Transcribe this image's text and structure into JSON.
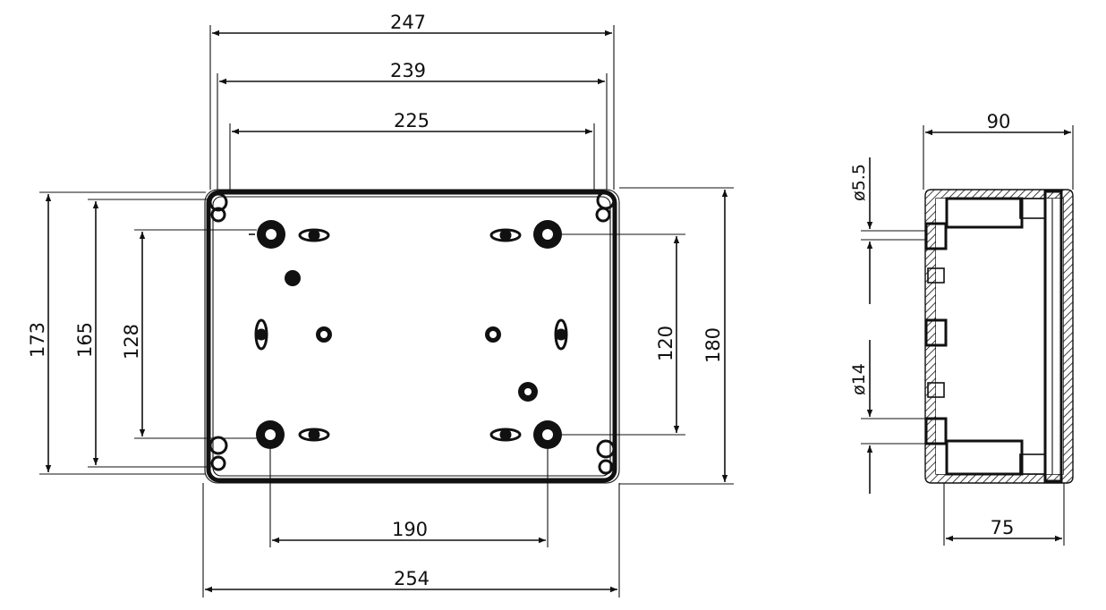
{
  "front_view": {
    "width_dims": [
      "247",
      "239",
      "225"
    ],
    "bottom_dims": [
      "190",
      "254"
    ],
    "left_dims": [
      "173",
      "165",
      "128"
    ],
    "right_dims": [
      "120",
      "180"
    ]
  },
  "side_view": {
    "top_dim": "90",
    "bottom_dim": "75",
    "diameter_labels": [
      "ø5.5",
      "ø14"
    ]
  }
}
